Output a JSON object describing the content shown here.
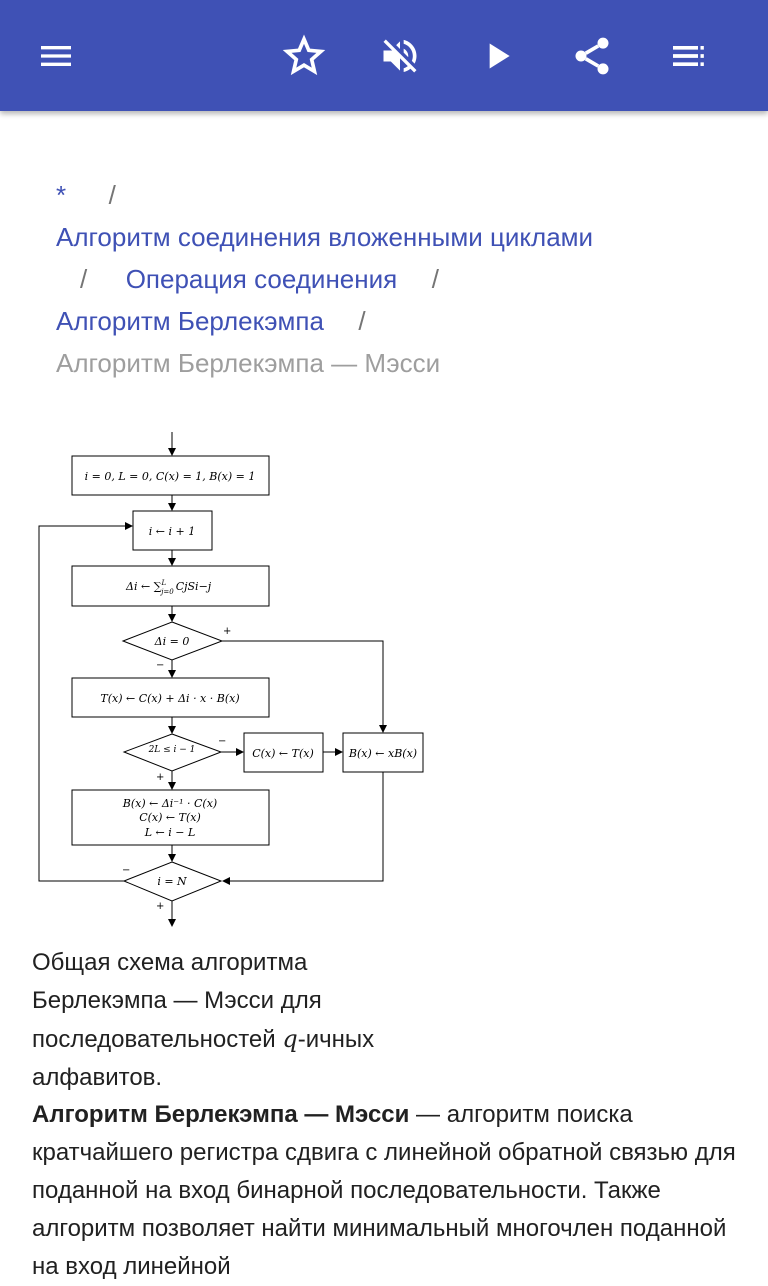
{
  "toolbar": {
    "icons": {
      "menu": "menu-icon",
      "bookmark": "star-outline-icon",
      "mute": "volume-off-icon",
      "play": "play-icon",
      "share": "share-icon",
      "toc": "list-icon"
    },
    "color": "#3f51b5"
  },
  "breadcrumb": {
    "root": "*",
    "separator": "/",
    "item_1": "Алгоритм соединения вложенными циклами",
    "item_2": "Операция соединения",
    "item_3": "Алгоритм Берлекэмпа",
    "current": "Алгоритм Берлекэмпа — Мэсси"
  },
  "flowchart": {
    "init": "i = 0, L = 0, C(x) = 1, B(x) = 1",
    "increment": "i ← i + 1",
    "delta_sum": "Δi ← ∑",
    "delta_sum_limits": "L",
    "delta_sum_index": "j=0",
    "delta_sum_term": "CjSi−j",
    "cond_delta": "Δi = 0",
    "t_update": "T(x) ← C(x) + Δi · x · B(x)",
    "cond_l": "2L ≤ i − 1",
    "c_update": "C(x) ← T(x)",
    "b_shift": "B(x) ← xB(x)",
    "b_update": "B(x) ← Δi⁻¹ · C(x)",
    "c_from_t": "C(x) ← T(x)",
    "l_update": "L ← i − L",
    "cond_end": "i = N",
    "plus": "+",
    "minus": "−"
  },
  "caption": {
    "line1": "Общая схема алгоритма",
    "line2": "Берлекэмпа — Мэсси для",
    "line3_pre": "последовательностей ",
    "line3_q": "q",
    "line3_post": "-ичных",
    "line4": "алфавитов."
  },
  "article": {
    "title_bold": "Алгоритм Берлекэмпа — Мэсси",
    "text": " — алгоритм поиска кратчайшего регистра сдвига с линейной обратной связью для поданной на вход бинарной последовательности. Также алгоритм позволяет найти минимальный многочлен поданной на вход линейной"
  }
}
